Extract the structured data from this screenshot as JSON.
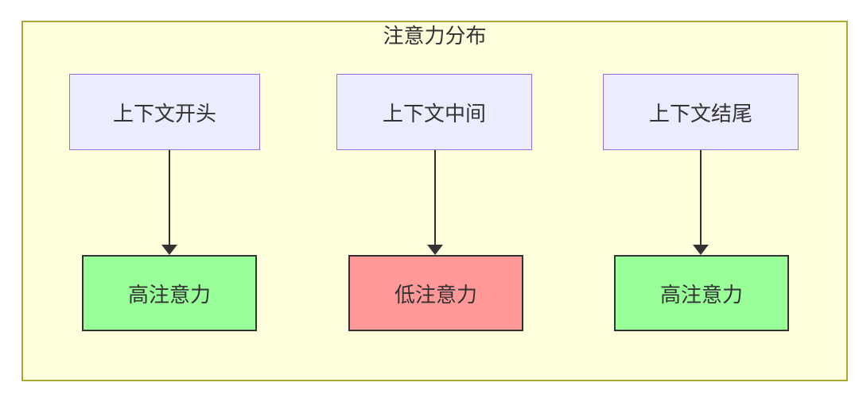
{
  "diagram": {
    "type": "flowchart",
    "title": "注意力分布",
    "columns": [
      {
        "source": "上下文开头",
        "target": "高注意力",
        "target_fill": "#99FF99"
      },
      {
        "source": "上下文中间",
        "target": "低注意力",
        "target_fill": "#FF9999"
      },
      {
        "source": "上下文结尾",
        "target": "高注意力",
        "target_fill": "#99FF99"
      }
    ],
    "colors": {
      "canvas_bg": "#FFFFFF",
      "cluster_fill": "#FFFFDE",
      "cluster_border": "#AAAA33",
      "source_fill": "#ECECFF",
      "source_border": "#9370DB",
      "target_border": "#333333",
      "edge": "#333333",
      "text": "#333333"
    }
  }
}
